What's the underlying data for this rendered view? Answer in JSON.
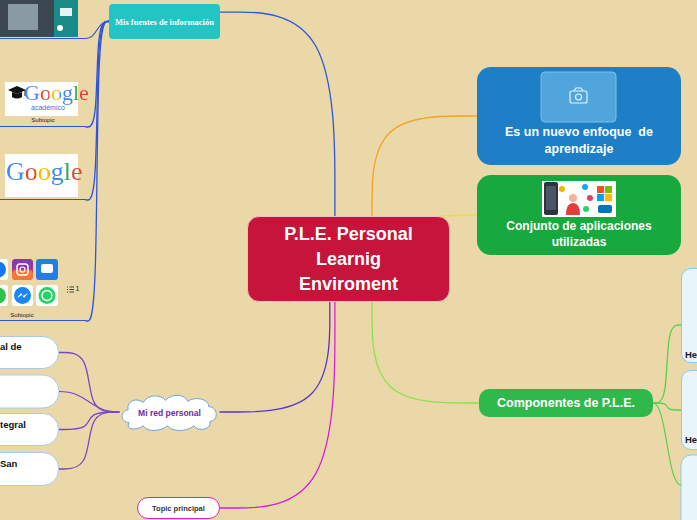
{
  "diagram": {
    "nodes": [
      {
        "text": [
          "P.L.E. Personal Learnig Enviroment"
        ]
      },
      {
        "text": [
          "Es un nuevo enfoque  de aprendizaje"
        ]
      },
      {
        "text": [
          "Conjunto de aplicaciones utilizadas"
        ]
      },
      {
        "text": [
          "Componentes de P.L.E."
        ]
      },
      {
        "text": [
          "He"
        ]
      },
      {
        "text": [
          "He"
        ]
      },
      {
        "text": [
          "Mis fuentes de información"
        ]
      },
      {
        "text": [
          "Google",
          "académico",
          "Subtopic"
        ]
      },
      {
        "text": [
          "Google"
        ]
      },
      {
        "text": [
          "Subtopic"
        ]
      },
      {
        "text": [
          "Mi red personal"
        ]
      },
      {
        "text": [
          "al de"
        ]
      },
      {
        "text": [
          "tegral"
        ]
      },
      {
        "text": [
          "San"
        ]
      },
      {
        "text": [
          "Topic principal"
        ]
      }
    ],
    "edges": [
      {
        "from": 0,
        "to": 1,
        "arrow": "none"
      },
      {
        "from": 0,
        "to": 2,
        "arrow": "none"
      },
      {
        "from": 0,
        "to": 3,
        "arrow": "none"
      },
      {
        "from": 3,
        "to": 4,
        "arrow": "none"
      },
      {
        "from": 3,
        "to": 5,
        "arrow": "none"
      },
      {
        "from": 0,
        "to": 6,
        "arrow": "none"
      },
      {
        "from": 6,
        "to": 7,
        "arrow": "none"
      },
      {
        "from": 6,
        "to": 8,
        "arrow": "none"
      },
      {
        "from": 6,
        "to": 9,
        "arrow": "none"
      },
      {
        "from": 0,
        "to": 10,
        "arrow": "none"
      },
      {
        "from": 10,
        "to": 11,
        "arrow": "none"
      },
      {
        "from": 10,
        "to": 12,
        "arrow": "none"
      },
      {
        "from": 10,
        "to": 13,
        "arrow": "none"
      },
      {
        "from": 0,
        "to": 14,
        "arrow": "none"
      }
    ],
    "labels": [
      "1"
    ]
  }
}
